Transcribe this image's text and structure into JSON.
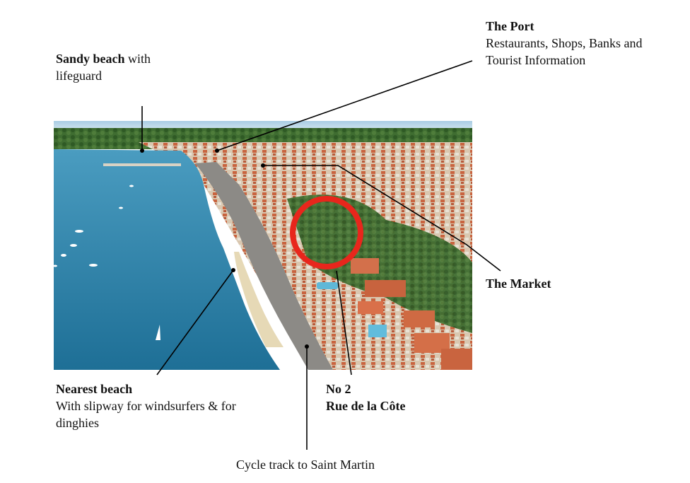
{
  "labels": {
    "sandy_beach": {
      "title": "Sandy beach",
      "rest": " with",
      "line2": "lifeguard"
    },
    "port": {
      "title": "The Port",
      "line2": "Restaurants, Shops, Banks and",
      "line3": "Tourist Information"
    },
    "market": {
      "title": "The Market"
    },
    "nearest_beach": {
      "title": "Nearest beach",
      "line2": "With slipway for windsurfers & for",
      "line3": "dinghies"
    },
    "address": {
      "line1": "No 2",
      "line2": "Rue de la Côte"
    },
    "cycle_track": {
      "text": "Cycle track to Saint Martin"
    }
  },
  "colors": {
    "sea": "#2f84a8",
    "sky": "#b9d8ea",
    "vegetation": "#3e6b2f",
    "rooftops": "#c76a4a",
    "highlight_circle": "#e8261c",
    "pointer_line": "#000000"
  }
}
